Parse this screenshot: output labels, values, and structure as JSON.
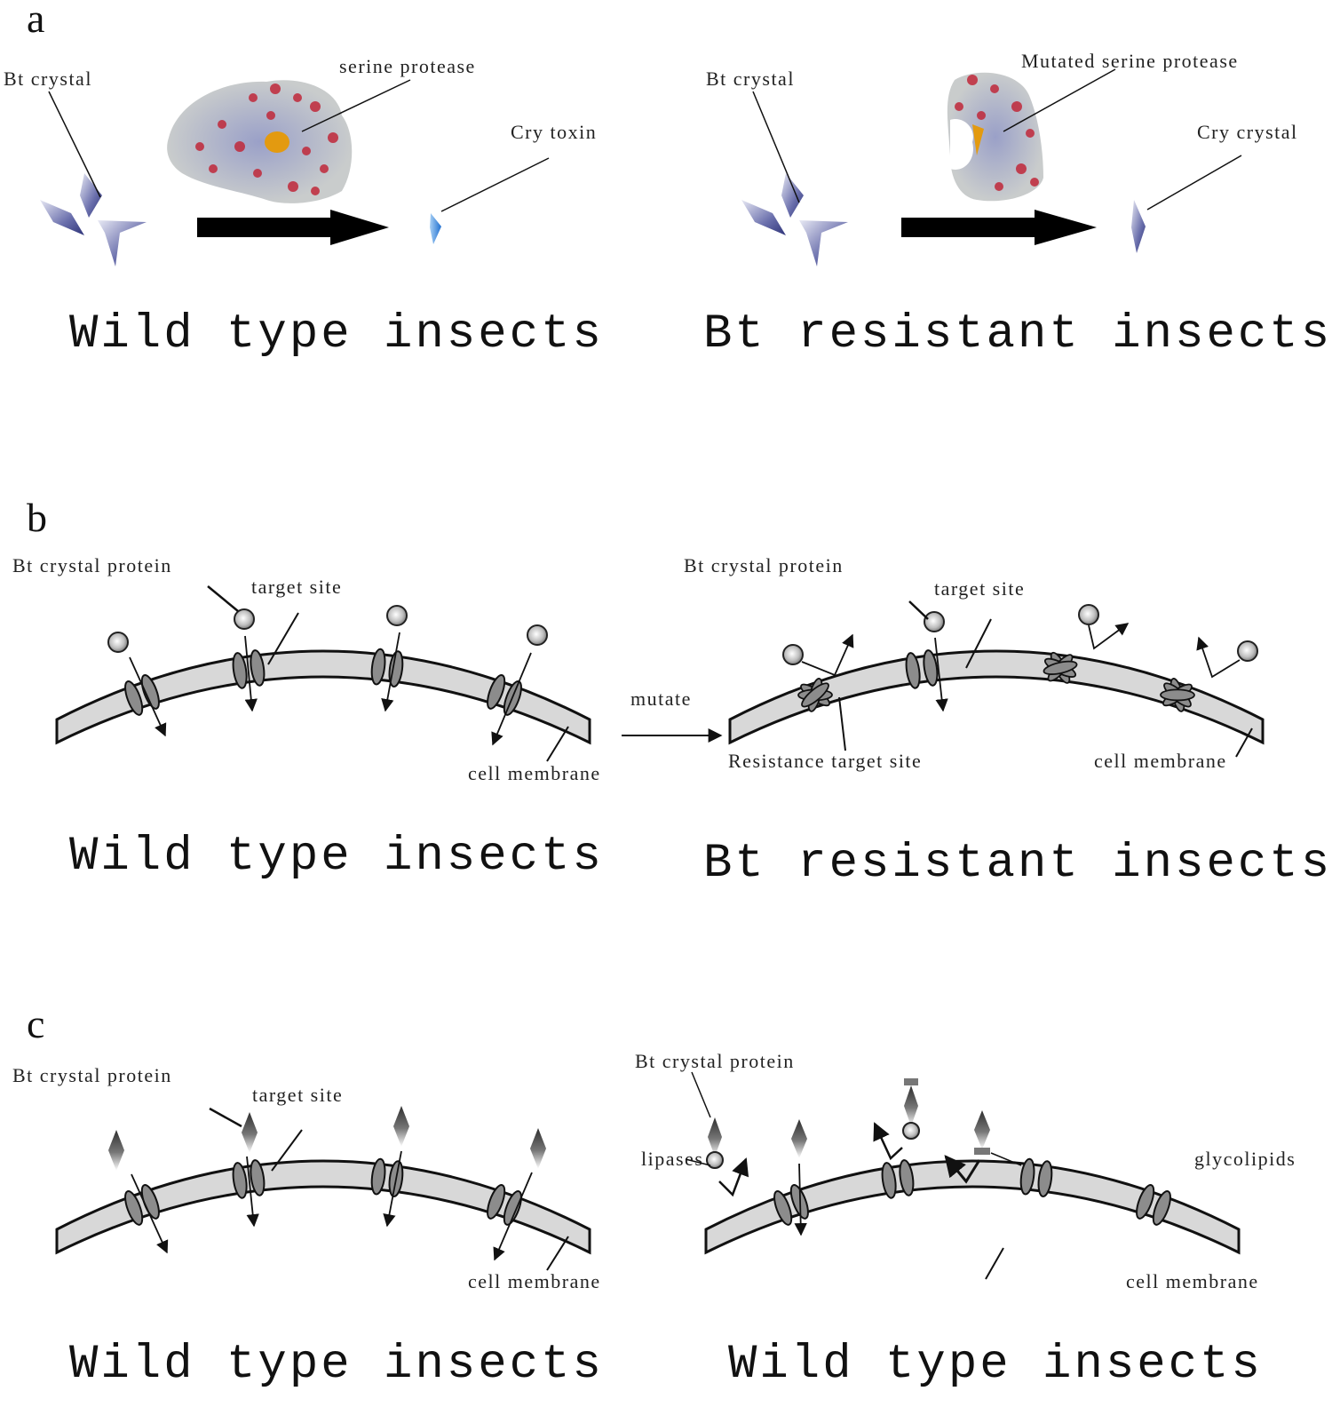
{
  "panels": {
    "a": {
      "letter": "a",
      "left": {
        "bt_crystal": "Bt crystal",
        "protease": "serine protease",
        "product": "Cry toxin",
        "caption": "Wild type insects"
      },
      "right": {
        "bt_crystal": "Bt crystal",
        "protease": "Mutated serine protease",
        "product": "Cry crystal",
        "caption": "Bt resistant insects"
      }
    },
    "b": {
      "letter": "b",
      "left": {
        "protein": "Bt crystal protein",
        "target": "target site",
        "membrane": "cell membrane",
        "caption": "Wild type insects"
      },
      "arrow_label": "mutate",
      "right": {
        "protein": "Bt crystal protein",
        "target": "target site",
        "resistance": "Resistance target site",
        "membrane": "cell membrane",
        "caption": "Bt resistant insects"
      }
    },
    "c": {
      "letter": "c",
      "left": {
        "protein": "Bt crystal protein",
        "target": "target site",
        "membrane": "cell membrane",
        "caption": "Wild type insects"
      },
      "right": {
        "protein": "Bt crystal protein",
        "lipases": "lipases",
        "glycolipids": "glycolipids",
        "membrane": "cell membrane",
        "caption": "Wild type insects"
      }
    }
  },
  "colors": {
    "crystal": "#5a5f9e",
    "cry_toxin": "#3a86d8",
    "membrane_fill": "#d8d8d8",
    "receptor_fill": "#8c8c8c",
    "protease_red": "#c0283a",
    "protease_blue": "#8c92c8",
    "protease_grey": "#b9bfbf",
    "protease_core": "#e39a10"
  }
}
